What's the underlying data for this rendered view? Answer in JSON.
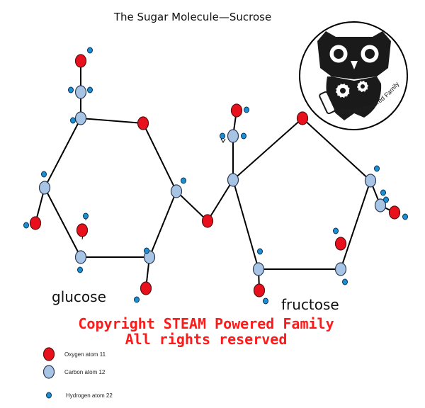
{
  "title": "The Sugar Molecule—Sucrose",
  "labels": {
    "glucose": "glucose",
    "fructose": "fructose"
  },
  "copyright": {
    "line1": "Copyright STEAM Powered Family",
    "line2": "All rights reserved"
  },
  "logo": {
    "text": "STEAM Powered Family",
    "icon": "owl-gear-logo"
  },
  "legend": {
    "oxygen": "Oxygen atom 11",
    "carbon": "Carbon atom 12",
    "hydrogen": "Hydrogen atom 22"
  },
  "colors": {
    "oxygen": "#e8101c",
    "carbon": "#a8c4e4",
    "hydrogen": "#1b8fd0",
    "bond": "#000000",
    "copyright": "#ff1a1a"
  }
}
